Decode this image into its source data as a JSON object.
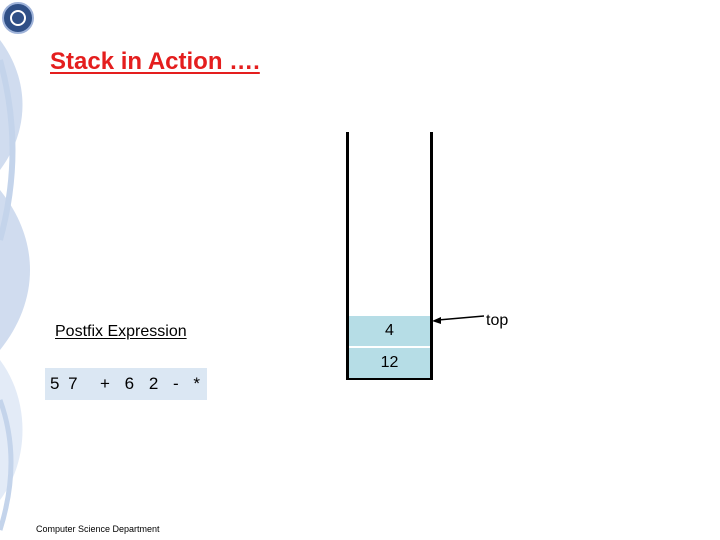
{
  "title": "Stack in Action ….",
  "expression": {
    "label": "Postfix Expression",
    "consumed": "5 7",
    "remaining": "+ 6 2 - *"
  },
  "stack": {
    "items": [
      "4",
      "12"
    ],
    "pointer_label": "top"
  },
  "footer": "Computer Science Department",
  "colors": {
    "title": "#e41e1e",
    "stack_slot": "#b6dde6",
    "expression_box": "#dbe7f3",
    "decoration": "#d0dcef"
  },
  "icons": {
    "logo": "university-seal-icon",
    "pointer": "arrow-left-icon"
  }
}
